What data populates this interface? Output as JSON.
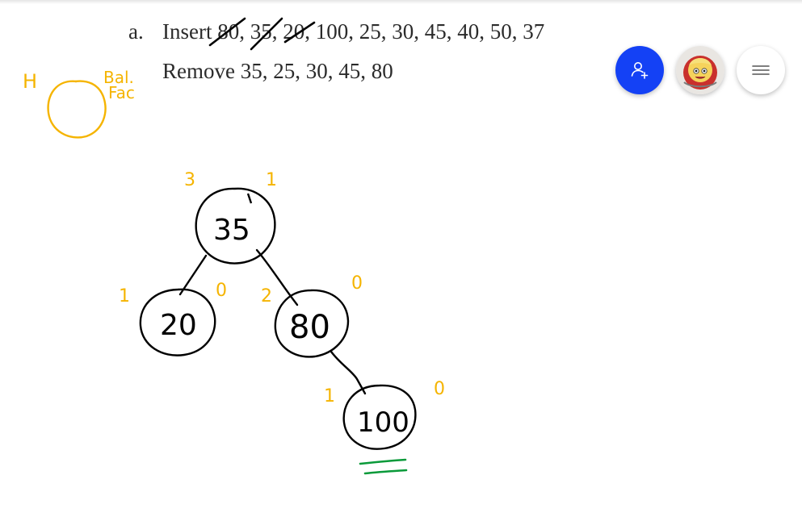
{
  "document": {
    "line_a_label": "a.",
    "line_a_text": "Insert 80, 35, 20, 100, 25, 30, 45, 40, 50, 37",
    "line_b_text": "Remove 35, 25, 30, 45, 80"
  },
  "annotations": {
    "height_label": "H",
    "balance_factor_label_1": "Bal.",
    "balance_factor_label_2": "Fac"
  },
  "tree": {
    "nodes": [
      {
        "key": "35",
        "height": "3",
        "balance": "1"
      },
      {
        "key": "20",
        "height": "1",
        "balance": "0"
      },
      {
        "key": "80",
        "height": "2",
        "balance": "0"
      },
      {
        "key": "100",
        "height": "1",
        "balance": "0"
      }
    ]
  },
  "toolbar": {
    "add_user_icon": "add-person-icon",
    "avatar_icon": "user-avatar",
    "menu_icon": "hamburger-menu-icon"
  },
  "colors": {
    "accent_blue": "#1441f5",
    "ink_black": "#000000",
    "ink_yellow": "#f5b400",
    "ink_green": "#0a9a3a"
  }
}
